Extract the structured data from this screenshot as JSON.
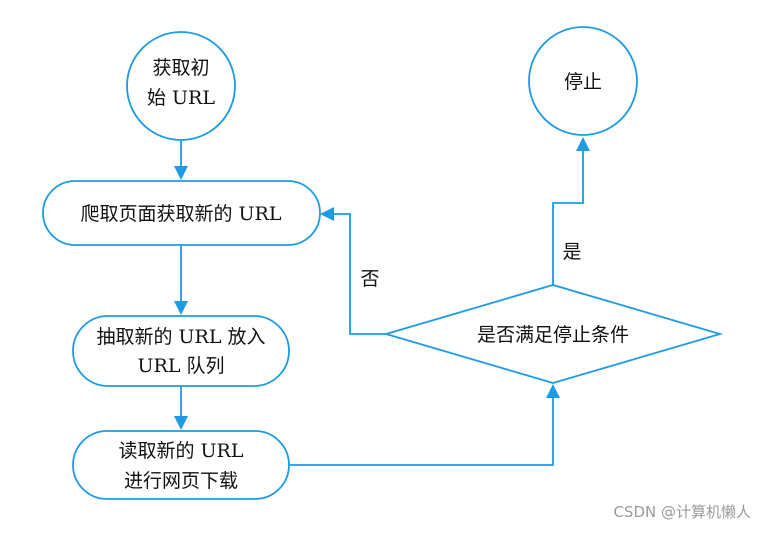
{
  "nodes": {
    "get_initial_url": {
      "line1": "获取初",
      "line2": "始 URL"
    },
    "crawl_page": {
      "label": "爬取页面获取新的 URL"
    },
    "extract_urls": {
      "line1": "抽取新的 URL 放入",
      "line2": "URL 队列"
    },
    "read_url": {
      "line1": "读取新的 URL",
      "line2": "进行网页下载"
    },
    "stop_check": {
      "label": "是否满足停止条件"
    },
    "stop": {
      "label": "停止"
    }
  },
  "edges": {
    "yes_label": "是",
    "no_label": "否"
  },
  "watermark": "CSDN @计算机懒人",
  "colors": {
    "stroke": "#1d9be3",
    "text": "#111111",
    "watermark": "#9a9a9a"
  }
}
